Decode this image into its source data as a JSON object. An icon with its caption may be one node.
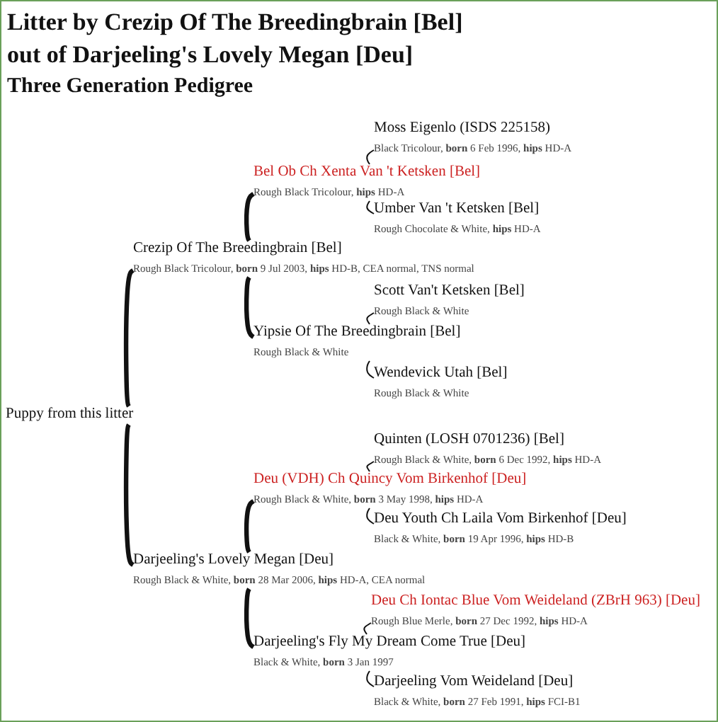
{
  "diagram": {
    "title": "Litter by Crezip Of The Breedingbrain [Bel] out of Darjeeling's Lovely Megan [Deu]",
    "caption": "Three Generation Pedigree",
    "nodes": [
      {
        "text": [
          "Puppy from this litter"
        ]
      },
      {
        "text": [
          "Crezip Of The Breedingbrain [Bel]",
          "Rough Black Tricolour, **born** 9 Jul 2003, **hips** HD-B, CEA normal, TNS normal"
        ]
      },
      {
        "text": [
          "Bel Ob Ch Xenta Van 't Ketsken [Bel]",
          "Rough Black Tricolour, **hips** HD-A"
        ]
      },
      {
        "text": [
          "Moss Eigenlo (ISDS 225158)",
          "Black Tricolour, **born** 6 Feb 1996, **hips** HD-A"
        ]
      },
      {
        "text": [
          "Umber Van 't Ketsken [Bel]",
          "Rough Chocolate & White, **hips** HD-A"
        ]
      },
      {
        "text": [
          "Yipsie Of The Breedingbrain [Bel]",
          "Rough Black & White"
        ]
      },
      {
        "text": [
          "Scott Van't Ketsken [Bel]",
          "Rough Black & White"
        ]
      },
      {
        "text": [
          "Wendevick Utah [Bel]",
          "Rough Black & White"
        ]
      },
      {
        "text": [
          "Darjeeling's Lovely Megan [Deu]",
          "Rough Black & White, **born** 28 Mar 2006, **hips** HD-A, CEA normal"
        ]
      },
      {
        "text": [
          "Deu (VDH) Ch Quincy Vom Birkenhof [Deu]",
          "Rough Black & White, **born** 3 May 1998, **hips** HD-A"
        ]
      },
      {
        "text": [
          "Quinten (LOSH 0701236) [Bel]",
          "Rough Black & White, **born** 6 Dec 1992, **hips** HD-A"
        ]
      },
      {
        "text": [
          "Deu Youth Ch Laila Vom Birkenhof [Deu]",
          "Black & White, **born** 19 Apr 1996, **hips** HD-B"
        ]
      },
      {
        "text": [
          "Darjeeling's Fly My Dream Come True [Deu]",
          "Black & White, **born** 3 Jan 1997"
        ]
      },
      {
        "text": [
          "Deu Ch Iontac Blue Vom Weideland (ZBrH 963) [Deu]",
          "Rough Blue Merle, **born** 27 Dec 1992, **hips** HD-A"
        ]
      },
      {
        "text": [
          "Darjeeling Vom Weideland [Deu]",
          "Black & White, **born** 27 Feb 1991, **hips** FCI-B1"
        ]
      }
    ],
    "edges": [
      {
        "from": 0,
        "to": 1,
        "arrow": "none",
        "style": "thick"
      },
      {
        "from": 1,
        "to": 2,
        "arrow": "none",
        "style": "thick"
      },
      {
        "from": 2,
        "to": 3,
        "arrow": "none"
      },
      {
        "from": 2,
        "to": 4,
        "arrow": "none"
      },
      {
        "from": 1,
        "to": 5,
        "arrow": "none",
        "style": "thick"
      },
      {
        "from": 5,
        "to": 6,
        "arrow": "none"
      },
      {
        "from": 5,
        "to": 7,
        "arrow": "none"
      },
      {
        "from": 0,
        "to": 8,
        "arrow": "none",
        "style": "thick"
      },
      {
        "from": 8,
        "to": 9,
        "arrow": "none",
        "style": "thick"
      },
      {
        "from": 9,
        "to": 10,
        "arrow": "none"
      },
      {
        "from": 9,
        "to": 11,
        "arrow": "none"
      },
      {
        "from": 8,
        "to": 12,
        "arrow": "none",
        "style": "thick"
      },
      {
        "from": 12,
        "to": 13,
        "arrow": "none"
      },
      {
        "from": 12,
        "to": 14,
        "arrow": "none"
      }
    ]
  }
}
